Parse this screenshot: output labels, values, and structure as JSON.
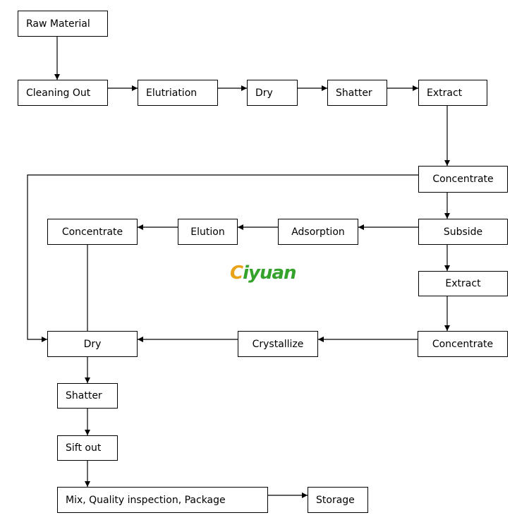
{
  "logo": {
    "c": "C",
    "rest": "iyuan",
    "colors": {
      "c": "#e8a318",
      "rest": "#35a32b"
    }
  },
  "nodes": {
    "raw_material": "Raw Material",
    "cleaning_out": "Cleaning Out",
    "elutriation": "Elutriation",
    "dry_top": "Dry",
    "shatter_top": "Shatter",
    "extract_top": "Extract",
    "concentrate_right": "Concentrate",
    "subside": "Subside",
    "adsorption": "Adsorption",
    "elution": "Elution",
    "concentrate_left": "Concentrate",
    "extract_mid": "Extract",
    "concentrate_lower": "Concentrate",
    "crystallize": "Crystallize",
    "dry_bottom": "Dry",
    "shatter_bottom": "Shatter",
    "sift_out": "Sift out",
    "mix": "Mix, Quality inspection, Package",
    "storage": "Storage"
  }
}
